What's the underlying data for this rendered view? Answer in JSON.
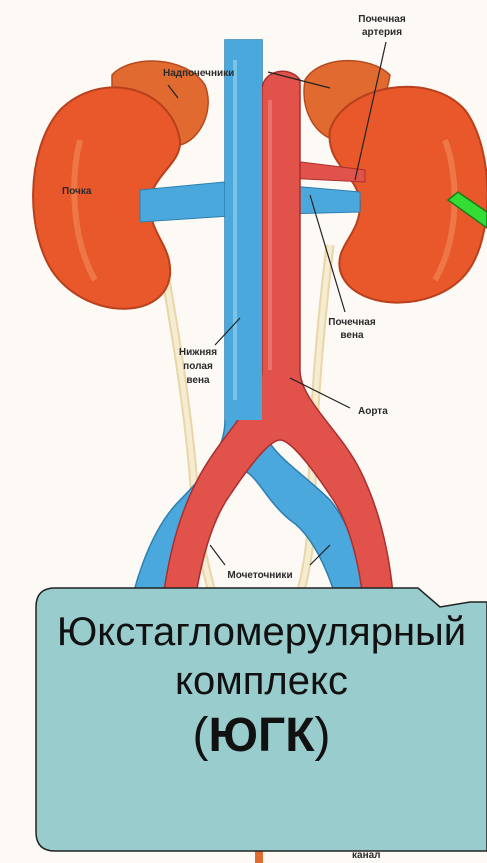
{
  "labels": {
    "renal_artery": [
      "Почечная",
      "артерия"
    ],
    "adrenal_glands": "Надпочечники",
    "kidney": "Почка",
    "renal_vein": [
      "Почечная",
      "вена"
    ],
    "inferior_vena_cava": [
      "Нижняя",
      "полая",
      "вена"
    ],
    "aorta": "Аорта",
    "ureters": "Мочеточники",
    "bottom_partial": "канал"
  },
  "callout": {
    "line1": "Юкстагломерулярный",
    "line2": "комплекс",
    "line3_open": "(",
    "line3_abbr": "ЮГК",
    "line3_close": ")"
  },
  "colors": {
    "kidney": "#e8582a",
    "vein": "#4aa8dc",
    "artery": "#e0524a",
    "ureter": "#f2e4c0",
    "callout_fill": "#99cccc",
    "pointer_arrow": "#33dd33"
  }
}
